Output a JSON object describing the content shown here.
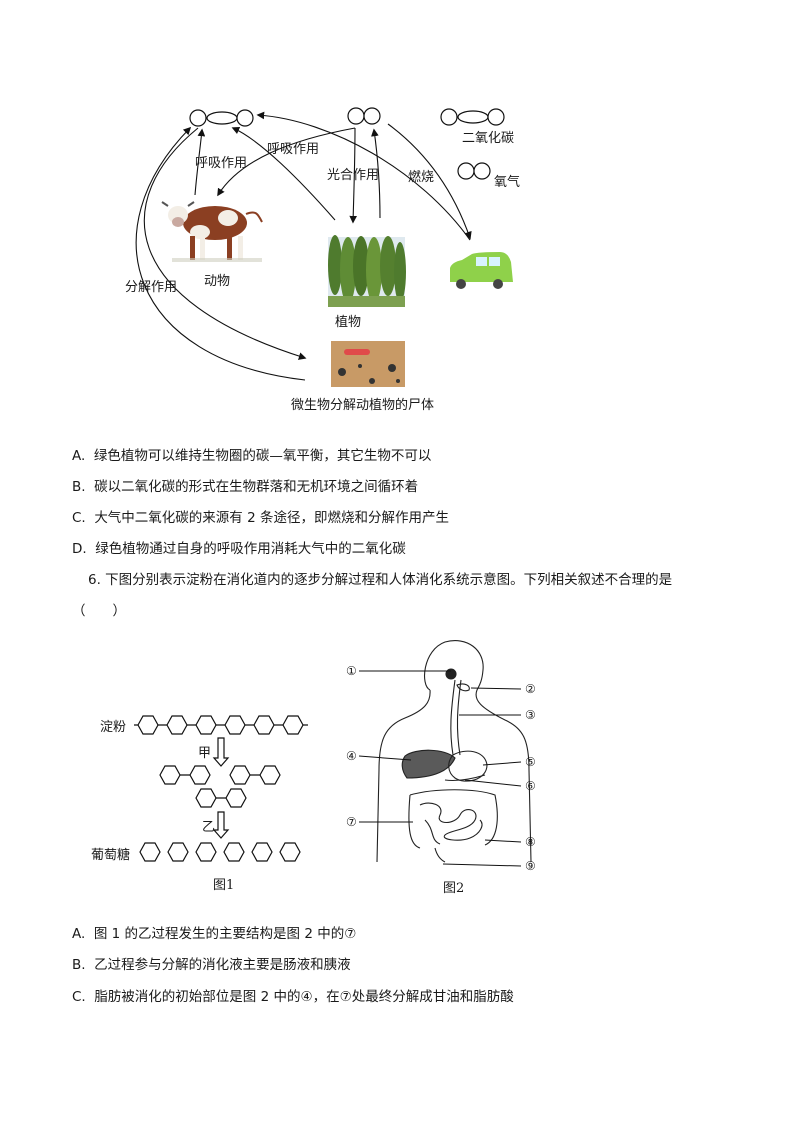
{
  "carbon_cycle": {
    "labels": {
      "respiration_1": "呼吸作用",
      "respiration_2": "呼吸作用",
      "photosynthesis": "光合作用",
      "combustion": "燃烧",
      "decomposition": "分解作用",
      "animal": "动物",
      "plant": "植物",
      "microbe": "微生物分解动植物的尸体"
    },
    "legend": {
      "co2": "二氧化碳",
      "o2": "氧气"
    }
  },
  "q5_options": [
    {
      "key": "A.",
      "text": "绿色植物可以维持生物圈的碳—氧平衡，其它生物不可以"
    },
    {
      "key": "B.",
      "text": "碳以二氧化碳的形式在生物群落和无机环境之间循环着"
    },
    {
      "key": "C.",
      "text": "大气中二氧化碳的来源有 2 条途径，即燃烧和分解作用产生"
    },
    {
      "key": "D.",
      "text": "绿色植物通过自身的呼吸作用消耗大气中的二氧化碳"
    }
  ],
  "q6": {
    "stem": "6. 下图分别表示淀粉在消化道内的逐步分解过程和人体消化系统示意图。下列相关叙述不合理的是",
    "paren": "（　　）"
  },
  "fig1": {
    "starch": "淀粉",
    "step1": "甲",
    "step2": "乙",
    "glucose": "葡萄糖",
    "caption": "图1"
  },
  "fig2": {
    "caption": "图2",
    "markers": [
      "①",
      "②",
      "③",
      "④",
      "⑤",
      "⑥",
      "⑦",
      "⑧",
      "⑨"
    ]
  },
  "q6_options": [
    {
      "key": "A.",
      "text": "图 1 的乙过程发生的主要结构是图 2 中的⑦"
    },
    {
      "key": "B.",
      "text": "乙过程参与分解的消化液主要是肠液和胰液"
    },
    {
      "key": "C.",
      "text": "脂肪被消化的初始部位是图 2 中的④，在⑦处最终分解成甘油和脂肪酸"
    }
  ]
}
